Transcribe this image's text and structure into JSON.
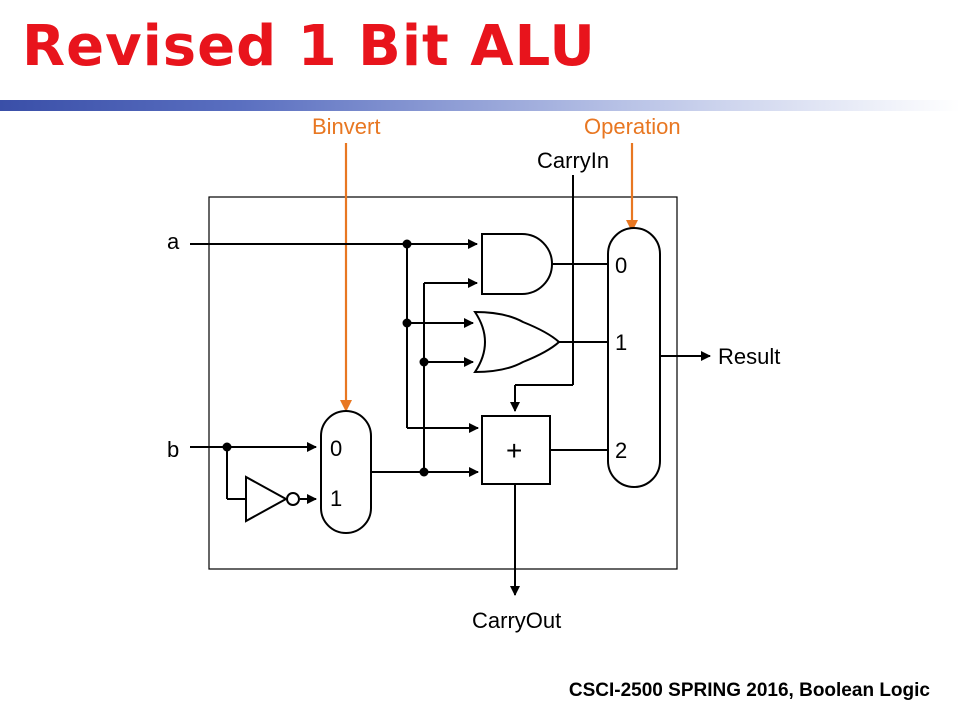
{
  "slide": {
    "title": "Revised 1 Bit ALU",
    "footer": "CSCI-2500 SPRING 2016, Boolean Logic"
  },
  "diagram": {
    "inputs": {
      "a": "a",
      "b": "b"
    },
    "control_signals": {
      "binvert": "Binvert",
      "operation": "Operation",
      "carry_in": "CarryIn"
    },
    "outputs": {
      "result": "Result",
      "carry_out": "CarryOut"
    },
    "binvert_mux": {
      "input_0": "0",
      "input_1": "1"
    },
    "operation_mux": {
      "input_0": "0",
      "input_1": "1",
      "input_2": "2"
    },
    "adder_symbol": "+"
  },
  "colors": {
    "title": "#e8141c",
    "control_signal": "#e87722",
    "wire": "#000000",
    "title_rule_start": "#3a4fa8"
  }
}
